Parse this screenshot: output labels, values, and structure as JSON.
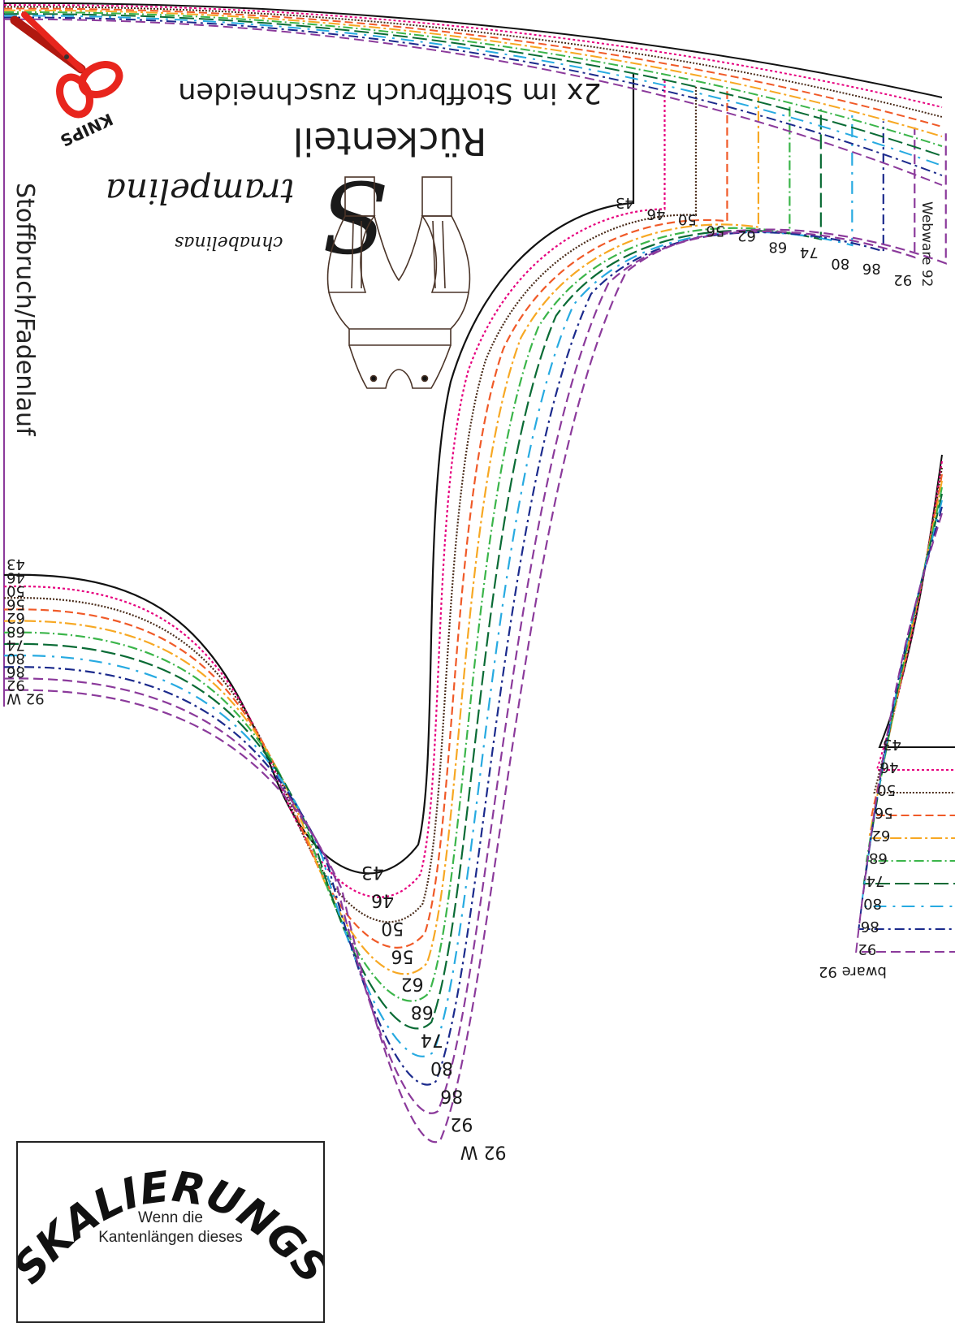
{
  "instruction": "2x im Stoffbruch zuschneiden",
  "piece_name": "Rückenteil",
  "brand": {
    "name_big_letter": "S",
    "name_rest": "trampelina",
    "subname": "chnabelinas",
    "badge_text": "KNIPS"
  },
  "fold_label": "Stoffbruch/Fadenlauf",
  "webware_label": "Webware 92",
  "sizes": [
    "43",
    "46",
    "50",
    "56",
    "62",
    "68",
    "74",
    "80",
    "86",
    "92",
    "92 W"
  ],
  "top_neck_labels": [
    "43",
    "46",
    "50",
    "56",
    "62",
    "68",
    "74",
    "80",
    "86",
    "92"
  ],
  "right_side_labels": [
    "43",
    "46",
    "50",
    "56",
    "62",
    "68",
    "74",
    "80",
    "86",
    "92",
    "bware 92"
  ],
  "scale_box": {
    "title": "SKALIERUNGS",
    "line1": "Wenn die",
    "line2": "Kantenlängen dieses"
  },
  "colors": {
    "s43": "#111111",
    "s46": "#e6007e",
    "s50": "#4a2c1a",
    "s56": "#f05a28",
    "s62": "#f7a823",
    "s68": "#3bb54a",
    "s74": "#0a6b35",
    "s80": "#27aae1",
    "s86": "#1b2a8c",
    "s92": "#8b3a9b",
    "scissors": "#e8251d"
  }
}
